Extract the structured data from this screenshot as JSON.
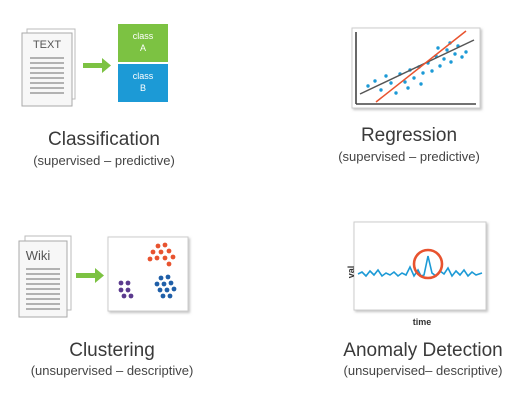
{
  "colors": {
    "green": "#7cc242",
    "blue": "#1c9ad6",
    "red": "#e8532f",
    "purple": "#5b3a8e",
    "navy": "#1f5fa8",
    "gray": "#6a6a6a"
  },
  "classification": {
    "doc_label": "TEXT",
    "class_a_line1": "class",
    "class_a_line2": "A",
    "class_b_line1": "class",
    "class_b_line2": "B",
    "title": "Classification",
    "subtitle": "(supervised – predictive)"
  },
  "regression": {
    "title": "Regression",
    "subtitle": "(supervised – predictive)"
  },
  "clustering": {
    "doc_label": "Wiki",
    "title": "Clustering",
    "subtitle": "(unsupervised – descriptive)"
  },
  "anomaly": {
    "ylabel": "val",
    "xlabel": "time",
    "title": "Anomaly Detection",
    "subtitle": "(unsupervised– descriptive)"
  }
}
